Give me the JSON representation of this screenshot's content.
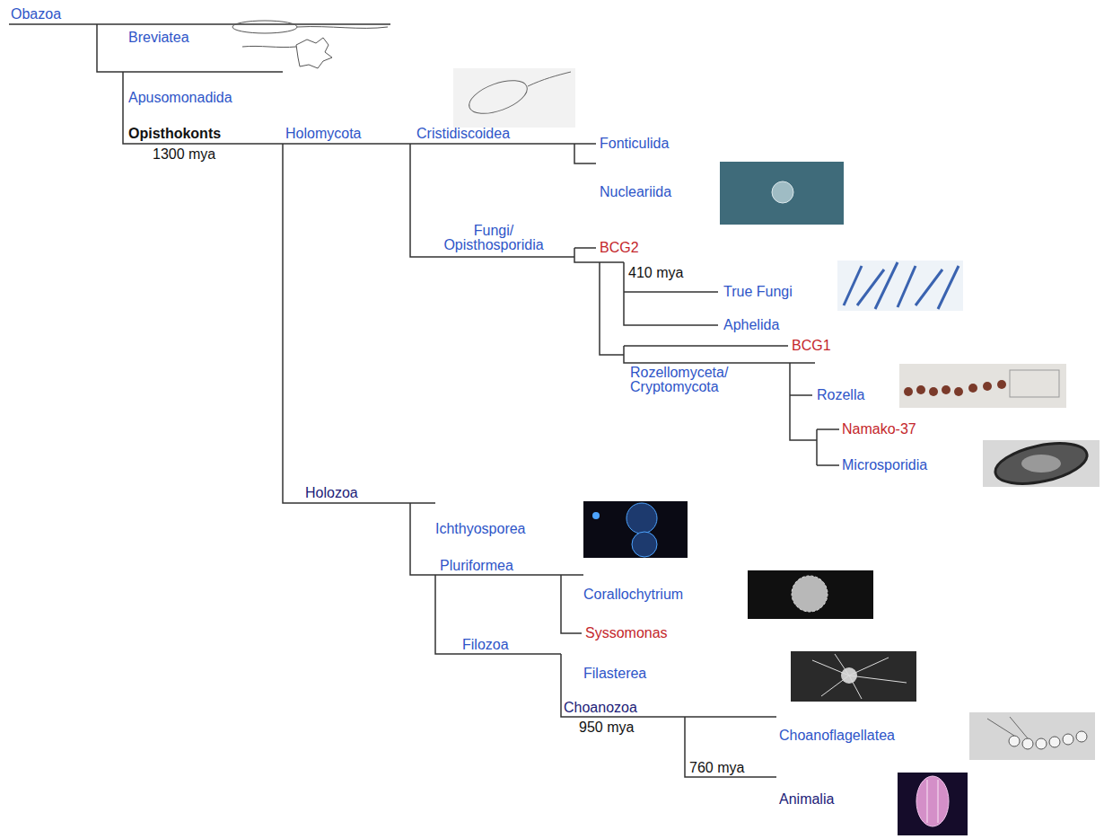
{
  "diagram": {
    "labels": [
      "Obazoa",
      "Breviatea",
      "Apusomonadida",
      "Opisthokonts",
      "1300 mya",
      "Holomycota",
      "Cristidiscoidea",
      "Fonticulida",
      "Nucleariida",
      "Fungi/ Opisthosporidia",
      "BCG2",
      "410 mya",
      "True Fungi",
      "Aphelida",
      "BCG1",
      "Rozellomyceta/ Cryptomycota",
      "Rozella",
      "Namako-37",
      "Microsporidia",
      "Holozoa",
      "Ichthyosporea",
      "Pluriformea",
      "Corallochytrium",
      "Syssomonas",
      "Filozoa",
      "Filasterea",
      "Choanozoa",
      "950 mya",
      "Choanoflagellatea",
      "760 mya",
      "Animalia"
    ]
  }
}
